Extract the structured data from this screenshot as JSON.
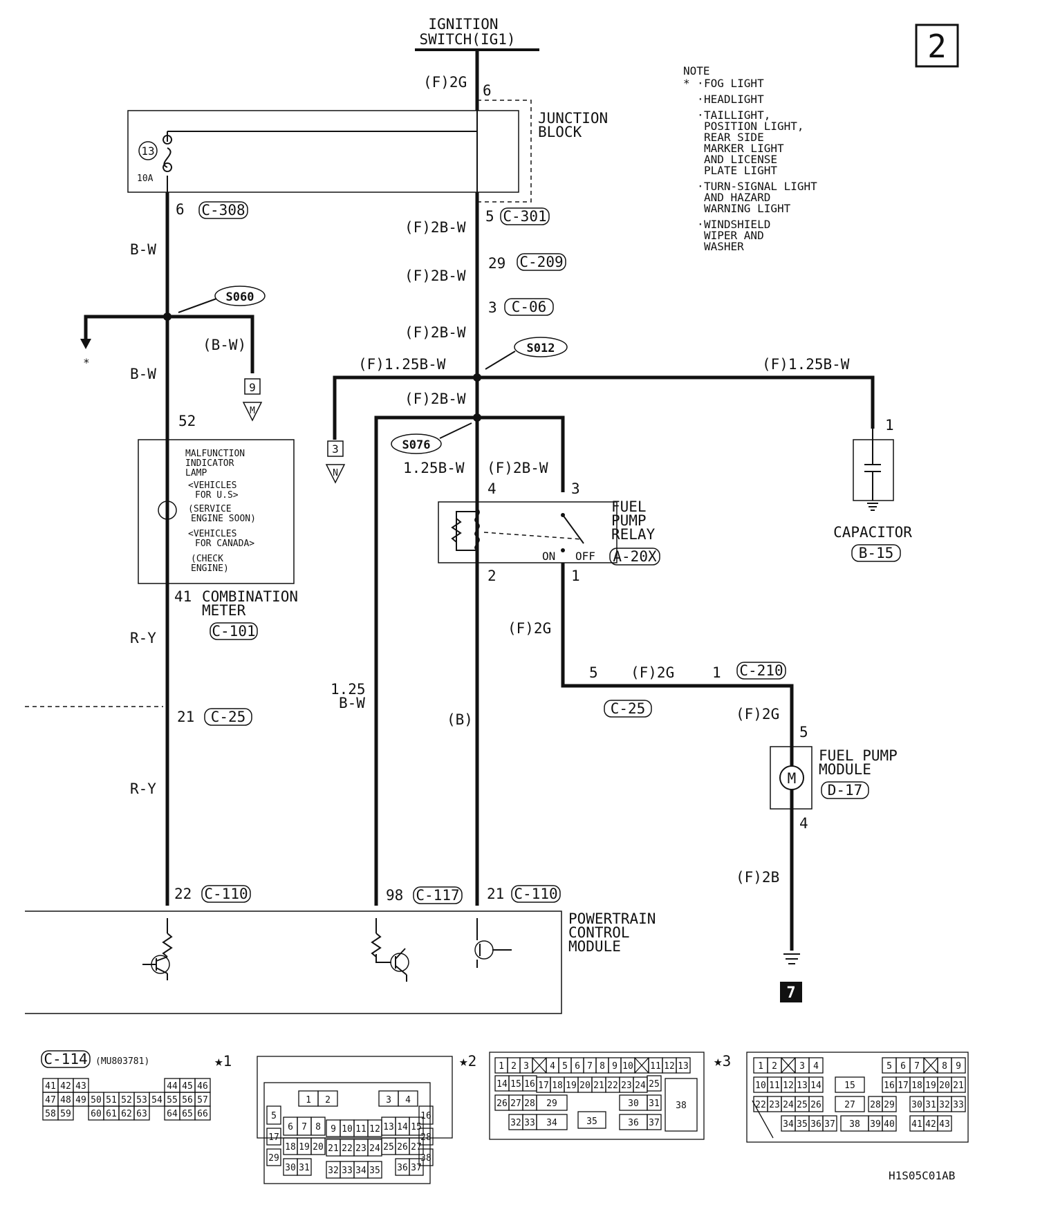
{
  "page_number": "2",
  "power_source": {
    "line1": "IGNITION",
    "line2": "SWITCH(IG1)"
  },
  "note": {
    "title": "NOTE",
    "star": "* ",
    "items": [
      "FOG LIGHT",
      "HEADLIGHT",
      "TAILLIGHT,",
      "POSITION LIGHT,",
      "REAR SIDE",
      "MARKER LIGHT",
      "AND LICENSE",
      "PLATE LIGHT",
      "TURN-SIGNAL LIGHT",
      "AND HAZARD",
      "WARNING LIGHT",
      "WINDSHIELD",
      "WIPER AND",
      "WASHER"
    ]
  },
  "junction_block": {
    "line1": "JUNCTION",
    "line2": "BLOCK",
    "fuse_no": "13",
    "fuse_rating": "10A"
  },
  "wires": {
    "f2g": "(F)2G",
    "f2bw": "(F)2B-W",
    "f125bw": "(F)1.25B-W",
    "bw": "B-W",
    "bw_paren": "(B-W)",
    "ry": "R-Y",
    "b_paren": "(B)",
    "w125bw": "1.25B-W",
    "w125": "1.25",
    "bw2": "B-W",
    "f2b": "(F)2B"
  },
  "connectors": {
    "c308": "C-308",
    "c301": "C-301",
    "c209": "C-209",
    "c06": "C-06",
    "c101": "C-101",
    "c25": "C-25",
    "c110": "C-110",
    "c117": "C-117",
    "c210": "C-210",
    "a20x": "A-20X",
    "b15": "B-15",
    "d17": "D-17",
    "c114": "C-114"
  },
  "pins": {
    "p6": "6",
    "p5": "5",
    "p29": "29",
    "p3": "3",
    "p52": "52",
    "p41": "41",
    "p21": "21",
    "p22": "22",
    "p98": "98",
    "p4": "4",
    "p2": "2",
    "p1": "1"
  },
  "splices": {
    "s060": "S060",
    "s012": "S012",
    "s076": "S076"
  },
  "grounds": {
    "m_num": "9",
    "m_letter": "M",
    "n_num": "3",
    "n_letter": "N",
    "gnd7": "7"
  },
  "mil": {
    "lines": [
      "MALFUNCTION",
      "INDICATOR",
      "LAMP",
      "<VEHICLES",
      "FOR U.S>",
      "(SERVICE",
      "ENGINE SOON)",
      "<VEHICLES",
      "FOR CANADA>",
      "(CHECK",
      "ENGINE)"
    ]
  },
  "combination_meter": {
    "line1": "COMBINATION",
    "line2": "METER"
  },
  "fuel_pump_relay": {
    "line1": "FUEL",
    "line2": "PUMP",
    "line3": "RELAY",
    "on": "ON",
    "off": "OFF"
  },
  "capacitor": {
    "label": "CAPACITOR"
  },
  "fuel_pump_module": {
    "line1": "FUEL PUMP",
    "line2": "MODULE"
  },
  "pcm": {
    "line1": "POWERTRAIN",
    "line2": "CONTROL",
    "line3": "MODULE"
  },
  "c114_part": "(MU803781)",
  "stars": {
    "s1": "★1",
    "s2": "★2",
    "s3": "★3"
  },
  "c114_grid": [
    [
      "41",
      "42",
      "43",
      "",
      "",
      "",
      "",
      "",
      "44",
      "45",
      "46"
    ],
    [
      "47",
      "48",
      "49",
      "50",
      "51",
      "52",
      "53",
      "54",
      "55",
      "56",
      "57"
    ],
    [
      "58",
      "59",
      "",
      "60",
      "61",
      "62",
      "63",
      "",
      "64",
      "65",
      "66"
    ]
  ],
  "code": "H1S05C01AB"
}
